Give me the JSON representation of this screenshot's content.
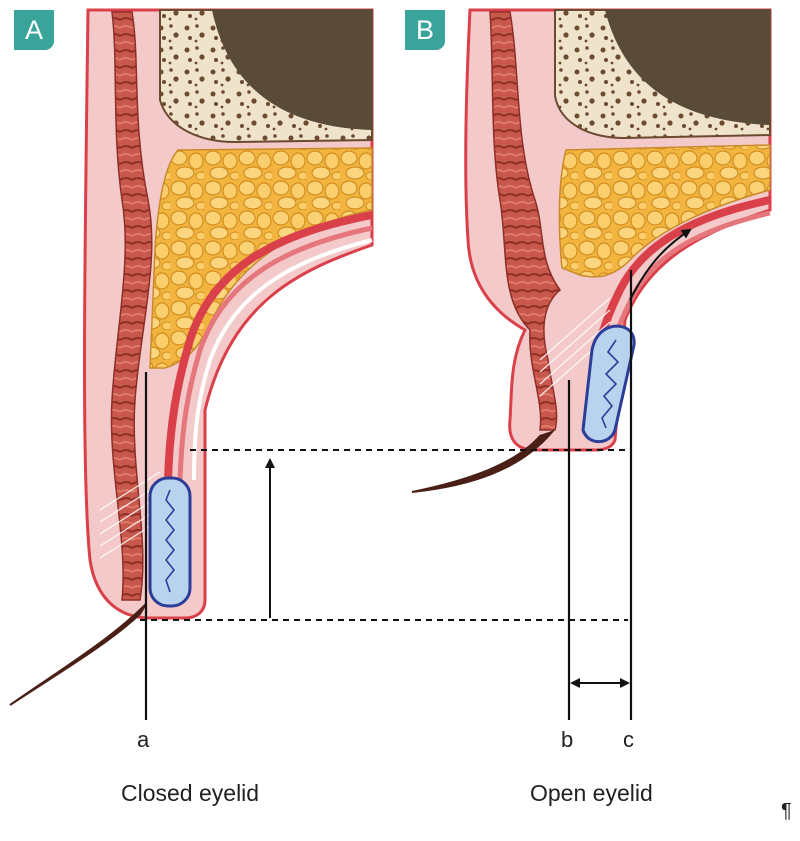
{
  "panels": {
    "a": {
      "badge": "A",
      "caption": "Closed eyelid"
    },
    "b": {
      "badge": "B",
      "caption": "Open eyelid"
    }
  },
  "reference_lines": {
    "a": "a",
    "b": "b",
    "c": "c"
  },
  "paragraph_mark": "¶",
  "colors": {
    "badge": "#3aa39a",
    "skin": "#f3c9c9",
    "skin_border": "#d9404a",
    "muscle": "#c8584c",
    "fat": "#f2b640",
    "bone": "#efe3cc",
    "globe": "#5a4a38",
    "tarsal_plate": "#b9d2ee",
    "tarsal_border": "#2d3e98",
    "lash": "#4a1f16",
    "line": "#111111"
  }
}
